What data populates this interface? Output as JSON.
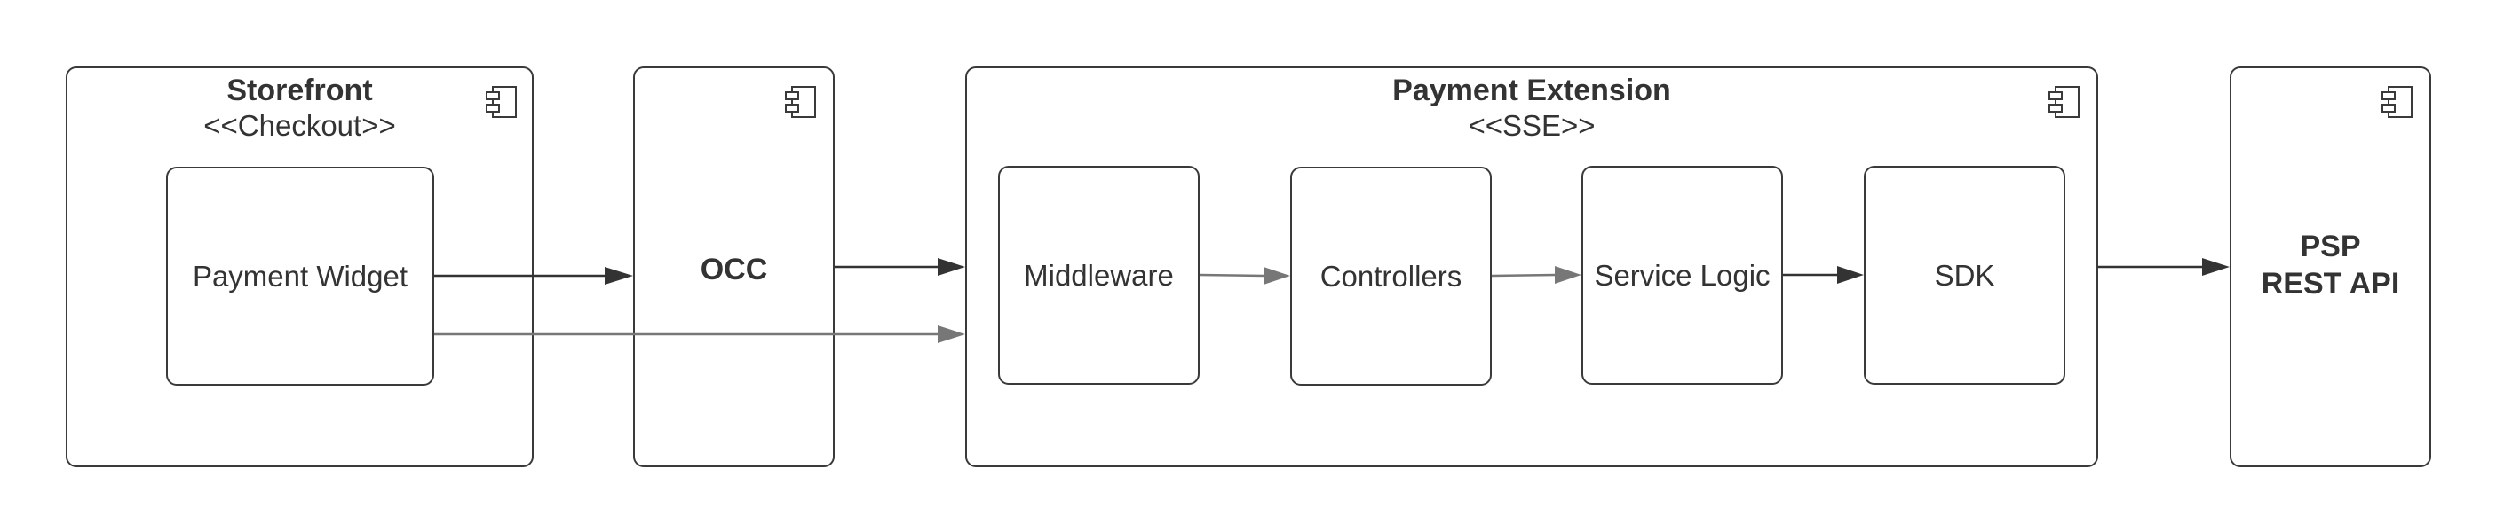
{
  "components": {
    "storefront": {
      "title": "Storefront",
      "stereotype": "<<Checkout>>"
    },
    "payment_widget": {
      "label": "Payment Widget"
    },
    "occ": {
      "title": "OCC"
    },
    "payment_extension": {
      "title": "Payment Extension",
      "stereotype": "<<SSE>>"
    },
    "middleware": {
      "label": "Middleware"
    },
    "controllers": {
      "label": "Controllers"
    },
    "service_logic": {
      "label": "Service Logic"
    },
    "sdk": {
      "label": "SDK"
    },
    "psp": {
      "line1": "PSP",
      "line2": "REST API"
    }
  },
  "icons": {
    "component": "component-icon"
  },
  "colors": {
    "stroke": "#3a3a3a",
    "arrow_dark": "#333333",
    "arrow_gray": "#777777",
    "text": "#333333"
  }
}
